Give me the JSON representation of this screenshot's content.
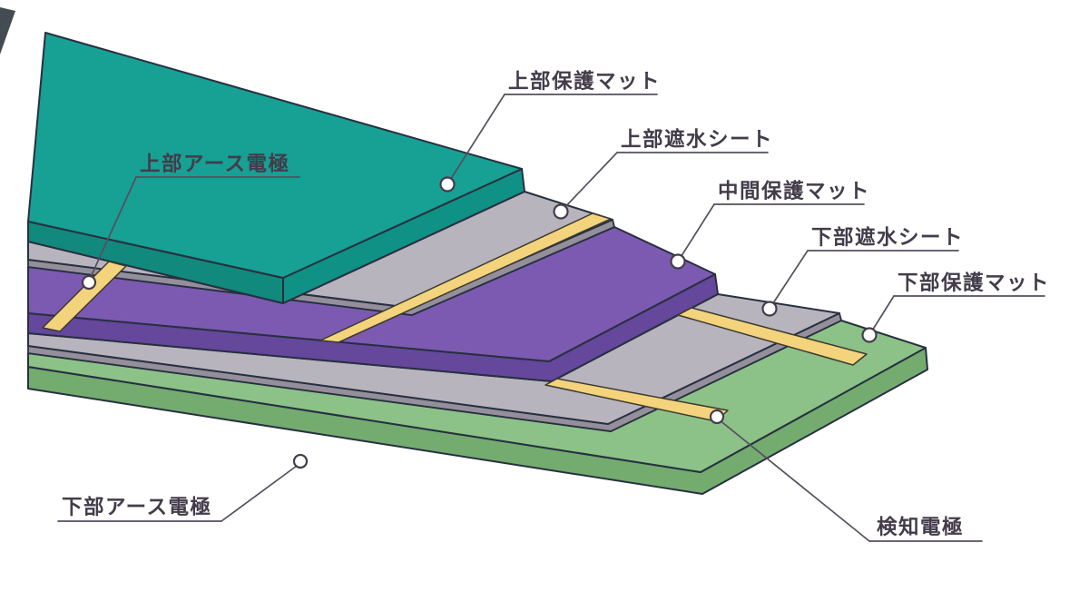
{
  "diagram": {
    "type": "isometric-layer-diagram",
    "subject": "multi-layer liner and leak-detection-electrode structure",
    "background": "#ffffff",
    "labels": {
      "upper_protection_mat": "上部保護マット",
      "upper_water_shield_sheet": "上部遮水シート",
      "middle_protection_mat": "中間保護マット",
      "lower_water_shield_sheet": "下部遮水シート",
      "lower_protection_mat": "下部保護マット",
      "upper_earth_electrode": "上部アース電極",
      "lower_earth_electrode": "下部アース電極",
      "detection_electrode": "検知電極"
    },
    "colors": {
      "teal_top": "#17a094",
      "teal_front": "#11897c",
      "teal_end": "#0f9185",
      "sheet_top": "#b8b4be",
      "sheet_edge": "#948f9b",
      "purple_top": "#7c5ab1",
      "purple_edge": "#65479c",
      "green_top": "#8cc287",
      "green_edge": "#74ab6f",
      "electrode_strip": "#f4d37d",
      "corner_mark": "#454b52"
    }
  }
}
